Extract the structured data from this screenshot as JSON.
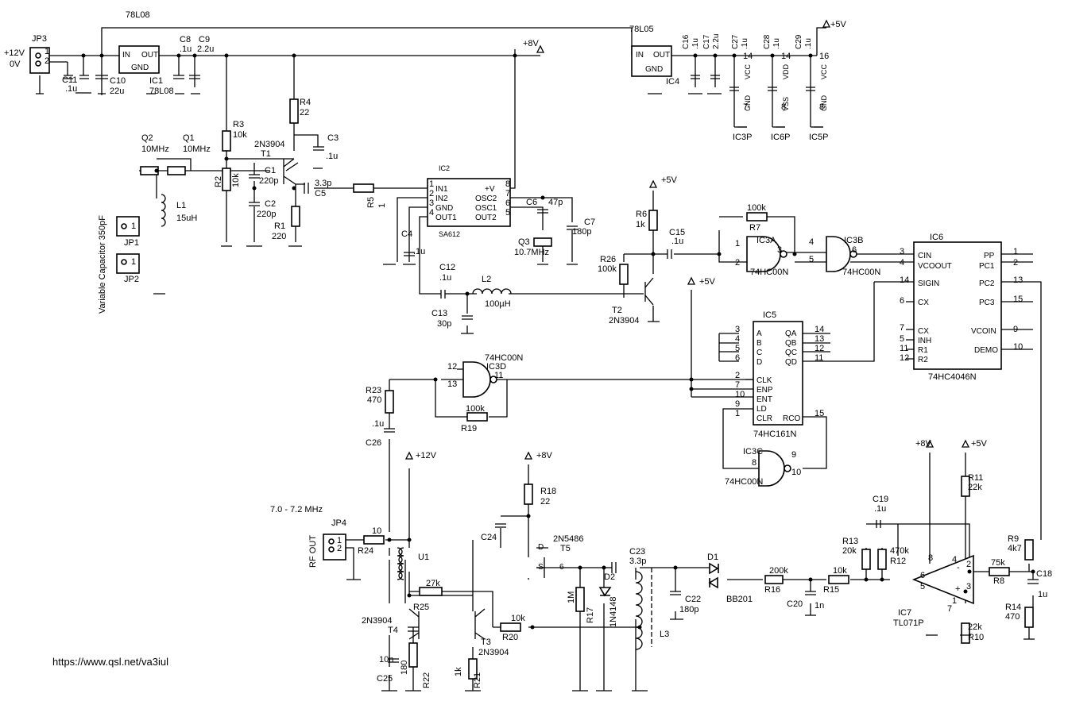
{
  "credit": "https://www.qsl.net/va3iul",
  "power": {
    "v12": "+12V",
    "v0": "0V",
    "p8": "+8V",
    "p5": "+5V",
    "p12": "+12V"
  },
  "regulators": {
    "r1": "78L08",
    "r2": "78L05",
    "ic1": "IC1",
    "ic4": "IC4",
    "in": "IN",
    "out": "OUT",
    "gnd": "GND"
  },
  "connectors": {
    "jp1": "JP1",
    "jp2": "JP2",
    "jp3": "JP3",
    "jp4": "JP4",
    "rf_out": "RF OUT",
    "freq": "7.0 - 7.2 MHz",
    "varcap": "Variable Capacitor 350pF"
  },
  "caps": {
    "c1": "C1",
    "c1v": "220p",
    "c2": "C2",
    "c2v": "220p",
    "c3": "C3",
    "c3v": ".1u",
    "c4": "C4",
    "c4v": ".1u",
    "c5": "C5",
    "c5v": "3.3p",
    "c6": "C6",
    "c6v": "47p",
    "c7": "C7",
    "c7v": "180p",
    "c8": "C8",
    "c8v": ".1u",
    "c9": "C9",
    "c9v": "2.2u",
    "c10": "C10",
    "c10v": "22u",
    "c11": "C11",
    "c11v": ".1u",
    "c12": "C12",
    "c12v": ".1u",
    "c13": "C13",
    "c13v": "30p",
    "c15": "C15",
    "c15v": ".1u",
    "c16": "C16",
    "c16v": ".1u",
    "c17": "C17",
    "c17v": "2.2u",
    "c18": "C18",
    "c18v": "1u",
    "c19": "C19",
    "c19v": ".1u",
    "c20": "C20",
    "c20v": "1n",
    "c22": "C22",
    "c22v": "180p",
    "c23": "C23",
    "c23v": "3.3p",
    "c24": "C24",
    "c25": "C25",
    "c25v": "10n",
    "c26": "C26",
    "c26v": ".1u",
    "c27": "C27",
    "c27v": ".1u",
    "c28": "C28",
    "c28v": ".1u",
    "c29": "C29",
    "c29v": ".1u"
  },
  "resistors": {
    "r1": "R1",
    "r1v": "220",
    "r2": "R2",
    "r2v": "10k",
    "r3": "R3",
    "r3v": "10k",
    "r4": "R4",
    "r4v": "22",
    "r5": "R5",
    "r5v": "1",
    "r6": "R6",
    "r6v": "1k",
    "r7": "R7",
    "r7v": "100k",
    "r8": "R8",
    "r8v": "75k",
    "r9": "R9",
    "r9v": "4k7",
    "r10": "R10",
    "r10v": "22k",
    "r11": "R11",
    "r11v": "22k",
    "r12": "R12",
    "r12v": "470k",
    "r13": "R13",
    "r13v": "20k",
    "r14": "R14",
    "r14v": "470",
    "r15": "R15",
    "r15v": "10k",
    "r16": "R16",
    "r16v": "200k",
    "r17": "R17",
    "r17v": "1M",
    "r18": "R18",
    "r18v": "22",
    "r19": "R19",
    "r19v": "100k",
    "r20": "R20",
    "r20v": "10k",
    "r21": "R21",
    "r21v": "1k",
    "r22": "R22",
    "r22v": "180",
    "r23": "R23",
    "r23v": "470",
    "r24": "R24",
    "r24v": "10",
    "r25": "R25",
    "r25v": "27k",
    "r26": "R26",
    "r26v": "100k"
  },
  "inductors": {
    "l1": "L1",
    "l1v": "15uH",
    "l2": "L2",
    "l2v": "100µH",
    "l3": "L3"
  },
  "crystals": {
    "q1": "Q1",
    "q1v": "10MHz",
    "q2": "Q2",
    "q2v": "10MHz",
    "q3": "Q3",
    "q3v": "10.7MHz"
  },
  "transistors": {
    "t1": "T1",
    "t1v": "2N3904",
    "t2": "T2",
    "t2v": "2N3904",
    "t3": "T3",
    "t3v": "2N3904",
    "t4": "T4",
    "t4v": "2N3904",
    "t5": "T5",
    "t5v": "2N5486",
    "d": "D",
    "s": "S",
    "g6": "6"
  },
  "diodes": {
    "d1": "D1",
    "d1v": "BB201",
    "d2": "D2",
    "d2v": "1N4148"
  },
  "ic2": {
    "name": "IC2",
    "part": "SA612",
    "in1": "IN1",
    "in2": "IN2",
    "gnd": "GND",
    "out1": "OUT1",
    "v": "+V",
    "osc2": "OSC2",
    "osc1": "OSC1",
    "out2": "OUT2"
  },
  "gates": {
    "ic3a": "IC3A",
    "ic3b": "IC3B",
    "ic3c": "IC3C",
    "ic3d": "IC3D",
    "part": "74HC00N"
  },
  "ic5": {
    "name": "IC5",
    "part": "74HC161N",
    "a": "A",
    "b": "B",
    "c": "C",
    "d": "D",
    "qa": "QA",
    "qb": "QB",
    "qc": "QC",
    "qd": "QD",
    "clk": "CLK",
    "enp": "ENP",
    "ent": "ENT",
    "ld": "LD",
    "clr": "CLR",
    "rco": "RCO"
  },
  "ic6": {
    "name": "IC6",
    "part": "74HC4046N",
    "cin": "CIN",
    "vcoout": "VCOOUT",
    "sigin": "SIGIN",
    "cx": "CX",
    "inh": "INH",
    "r1": "R1",
    "r2": "R2",
    "pp": "PP",
    "pc1": "PC1",
    "pc2": "PC2",
    "pc3": "PC3",
    "vcoin": "VCOIN",
    "demo": "DEMO"
  },
  "ic7": {
    "name": "IC7",
    "part": "TL071P"
  },
  "u1": "U1",
  "power_pins": {
    "ic3p": "IC3P",
    "ic6p": "IC6P",
    "ic5p": "IC5P",
    "vcc": "VCC",
    "vdd": "VDD",
    "vss": "VSS",
    "gnd": "GND"
  }
}
